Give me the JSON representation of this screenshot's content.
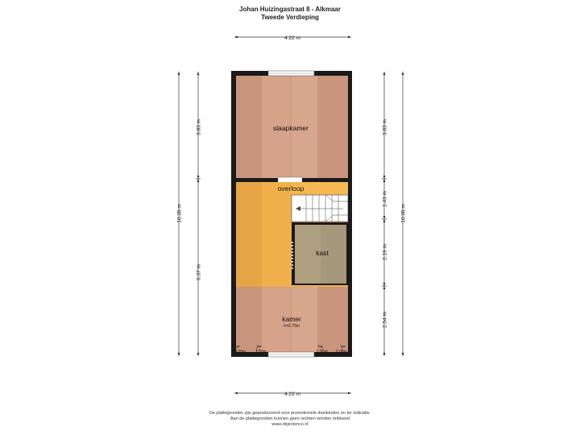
{
  "header": {
    "title": "Johan Huizingastraat 8 - Alkmaar",
    "subtitle": "Tweede Verdieping"
  },
  "dimensions": {
    "top_width": "4.22 m",
    "bottom_width": "4.22 m",
    "left_total": "10.30 m",
    "left_upper": "3.83 m",
    "left_lower": "6.37 m",
    "right_total": "10.30 m",
    "right_1": "3.83 m",
    "right_2": "1.43 m",
    "right_3": "2.19 m",
    "right_4": "2.54 m"
  },
  "rooms": {
    "slaapkamer": "slaapkamer",
    "overloop": "overloop",
    "kast": "kast",
    "kamer": "kamer",
    "kamer_height": "h=2.75m"
  },
  "height_marks": {
    "h_label": "h=",
    "left_a": "0.00m",
    "left_b": "1.50m",
    "right_a": "1.50m",
    "right_b": "0.00m"
  },
  "footer": {
    "line1": "De plattegronden zijn geproduceerd voor promotionele doeleinden en ter indicatie.",
    "line2": "Aan de plattegronden kunnen geen rechten worden ontleend",
    "line3": "www.objectenco.nl"
  },
  "colors": {
    "wall": "#1a1a1a",
    "bedroom_floor": "#c9957c",
    "hallway_floor": "#f2b04a",
    "closet_floor": "#ad9f80",
    "dimension_line": "#333333"
  }
}
